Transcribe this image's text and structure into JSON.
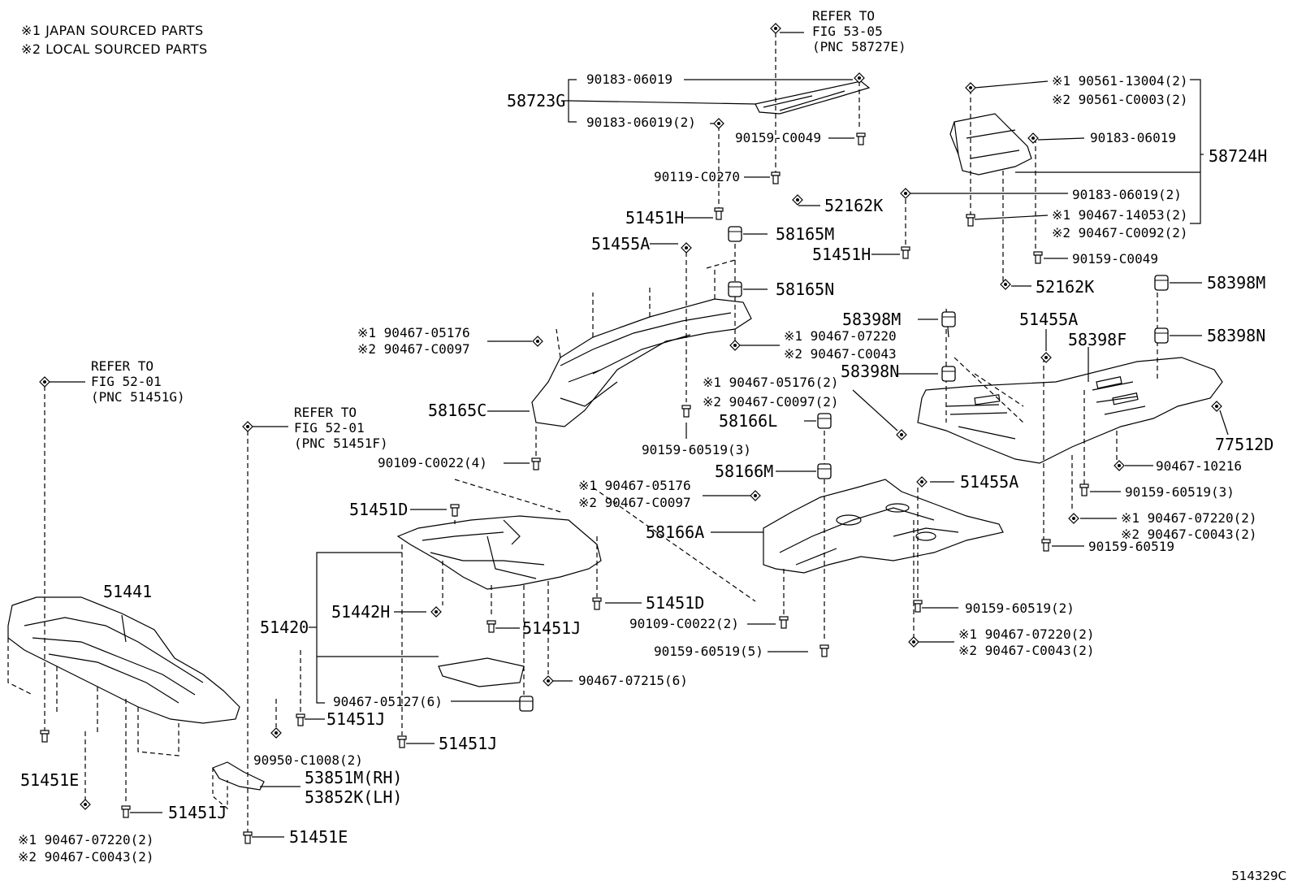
{
  "legend": {
    "line1": "※1 JAPAN SOURCED PARTS",
    "line2": "※2 LOCAL SOURCED PARTS"
  },
  "figure_id": "514329C",
  "refs": {
    "top": [
      "REFER TO",
      "FIG 53-05",
      "(PNC 58727E)"
    ],
    "left": [
      "REFER TO",
      "FIG 52-01",
      "(PNC 51451G)"
    ],
    "mid": [
      "REFER TO",
      "FIG 52-01",
      "(PNC 51451F)"
    ]
  },
  "labels": {
    "l58723G": "58723G",
    "l90183a": "90183-06019",
    "l90183b": "90183-06019(2)",
    "l90159c0049a": "90159-C0049",
    "l90119": "90119-C0270",
    "l52162Ka": "52162K",
    "l51451Ha": "51451H",
    "l58165M": "58165M",
    "l51455Aa": "51455A",
    "l58165N": "58165N",
    "lj05176a": "※1 90467-05176",
    "lk0097a": "※2 90467-C0097",
    "lj07220a": "※1 90467-07220",
    "lk0043a": "※2 90467-C0043",
    "l58165C": "58165C",
    "l90109a": "90109-C0022(4)",
    "l90159_60519_3a": "90159-60519(3)",
    "lj05176b": "※1 90467-05176(2)",
    "lk0097b": "※2 90467-C0097(2)",
    "l58166L": "58166L",
    "l58166M": "58166M",
    "l51455Ab": "51455A",
    "lj05176c": "※1 90467-05176",
    "lk0097c": "※2 90467-C0097",
    "l58166A": "58166A",
    "l51451Da": "51451D",
    "l51451Db": "51451D",
    "l90109b": "90109-C0022(2)",
    "l90159_5": "90159-60519(5)",
    "l90159_2": "90159-60519(2)",
    "lj07220b": "※1 90467-07220(2)",
    "lk0043b": "※2 90467-C0043(2)",
    "l51451Ja": "51451J",
    "l51442H": "51442H",
    "l51420": "51420",
    "l07215": "90467-07215(6)",
    "l05127": "90467-05127(6)",
    "l51451Jb": "51451J",
    "l51451Jc": "51451J",
    "l90950": "90950-C1008(2)",
    "l53851M": "53851M(RH)",
    "l53852K": "53852K(LH)",
    "l51441": "51441",
    "l51451Ea": "51451E",
    "l51451Jd": "51451J",
    "l51451Eb": "51451E",
    "lj07220c": "※1 90467-07220(2)",
    "lk0043c": "※2 90467-C0043(2)",
    "lj13004": "※1 90561-13004(2)",
    "lk0003": "※2 90561-C0003(2)",
    "l90183c": "90183-06019",
    "l58724H": "58724H",
    "l90183d": "90183-06019(2)",
    "lj14053": "※1 90467-14053(2)",
    "lk0092": "※2 90467-C0092(2)",
    "l51451Hb": "51451H",
    "l90159c0049b": "90159-C0049",
    "l52162Kb": "52162K",
    "l58398Ma": "58398M",
    "l58398Mb": "58398M",
    "l51455Ac": "51455A",
    "l58398F": "58398F",
    "l58398Na": "58398N",
    "l58398Nb": "58398N",
    "l77512D": "77512D",
    "l10216": "90467-10216",
    "l90159_3b": "90159-60519(3)",
    "lj07220d": "※1 90467-07220(2)",
    "lk0043d": "※2 90467-C0043(2)",
    "l90159_60519": "90159-60519"
  }
}
